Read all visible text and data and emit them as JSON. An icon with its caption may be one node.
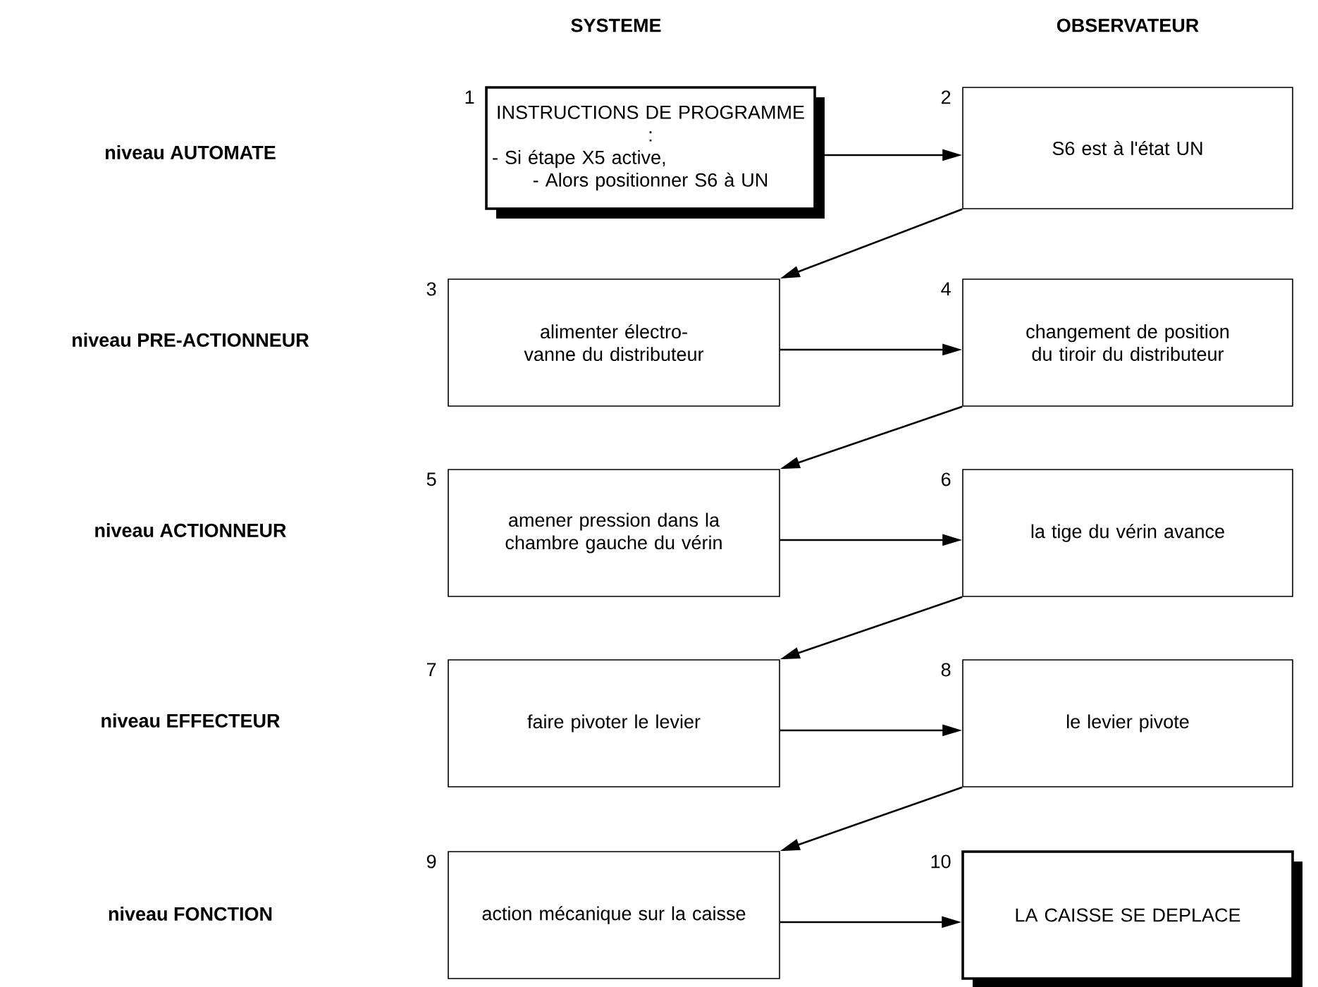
{
  "diagram": {
    "nodes": [
      {
        "text": [
          "INSTRUCTIONS DE PROGRAMME :",
          "- Si étape X5 active,",
          "- Alors positionner S6 à UN"
        ],
        "beside": [
          "1"
        ]
      },
      {
        "text": [
          "S6 est à l'état UN"
        ],
        "beside": [
          "2"
        ]
      },
      {
        "text": [
          "alimenter électro-vanne du distributeur"
        ],
        "beside": [
          "3"
        ]
      },
      {
        "text": [
          "changement de position du tiroir du distributeur"
        ],
        "beside": [
          "4"
        ]
      },
      {
        "text": [
          "amener pression dans la chambre gauche du vérin"
        ],
        "beside": [
          "5"
        ]
      },
      {
        "text": [
          "la tige du vérin avance"
        ],
        "beside": [
          "6"
        ]
      },
      {
        "text": [
          "faire pivoter le levier"
        ],
        "beside": [
          "7"
        ]
      },
      {
        "text": [
          "le levier pivote"
        ],
        "beside": [
          "8"
        ]
      },
      {
        "text": [
          "action mécanique sur la caisse"
        ],
        "beside": [
          "9"
        ]
      },
      {
        "text": [
          "LA CAISSE SE DEPLACE"
        ],
        "beside": [
          "10"
        ]
      }
    ],
    "edges": [
      {
        "from": 0,
        "to": 1,
        "arrow": "to"
      },
      {
        "from": 1,
        "to": 2,
        "arrow": "to"
      },
      {
        "from": 2,
        "to": 3,
        "arrow": "to"
      },
      {
        "from": 3,
        "to": 4,
        "arrow": "to"
      },
      {
        "from": 4,
        "to": 5,
        "arrow": "to"
      },
      {
        "from": 5,
        "to": 6,
        "arrow": "to"
      },
      {
        "from": 6,
        "to": 7,
        "arrow": "to"
      },
      {
        "from": 7,
        "to": 8,
        "arrow": "to"
      },
      {
        "from": 8,
        "to": 9,
        "arrow": "to"
      }
    ],
    "labels": [
      "SYSTEME",
      "OBSERVATEUR",
      "niveau AUTOMATE",
      "niveau PRE-ACTIONNEUR",
      "niveau ACTIONNEUR",
      "niveau EFFECTEUR",
      "niveau FONCTION"
    ]
  }
}
